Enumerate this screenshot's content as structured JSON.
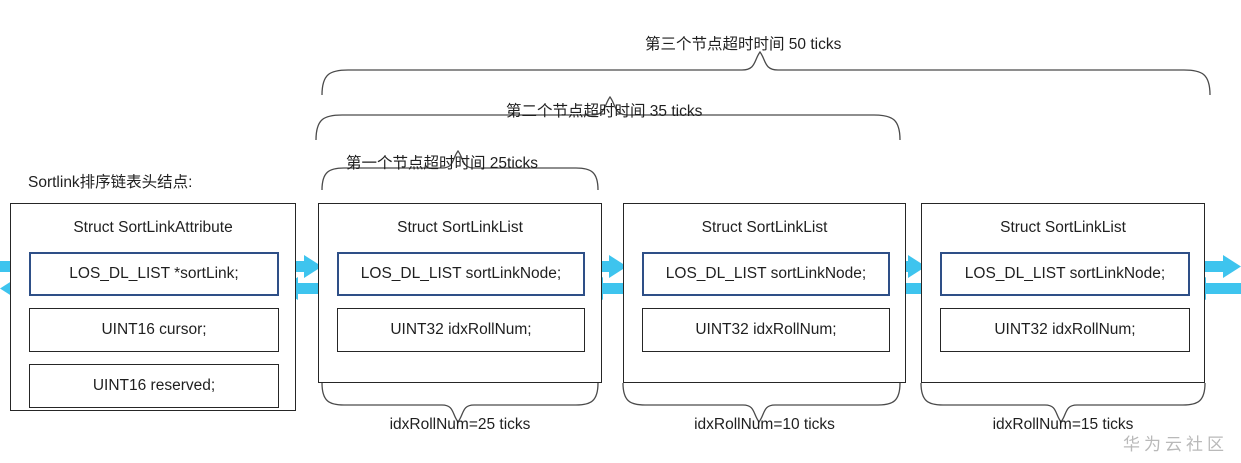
{
  "diagram": {
    "header_caption": "Sortlink排序链表头结点:",
    "watermark": "华为云社区",
    "accent_arrow_color": "#3ec4ee",
    "link_field_border_color": "#2e4f87",
    "box_border_color": "#262626",
    "nodes": [
      {
        "id": "sortlink-attribute",
        "title": "Struct SortLinkAttribute",
        "fields": [
          "LOS_DL_LIST *sortLink;",
          "UINT16 cursor;",
          "UINT16 reserved;"
        ],
        "bottom_label": ""
      },
      {
        "id": "sortlinklist-1",
        "title": "Struct SortLinkList",
        "fields": [
          "LOS_DL_LIST sortLinkNode;",
          "UINT32 idxRollNum;"
        ],
        "bottom_label": "idxRollNum=25 ticks"
      },
      {
        "id": "sortlinklist-2",
        "title": "Struct SortLinkList",
        "fields": [
          "LOS_DL_LIST sortLinkNode;",
          "UINT32 idxRollNum;"
        ],
        "bottom_label": "idxRollNum=10 ticks"
      },
      {
        "id": "sortlinklist-3",
        "title": "Struct SortLinkList",
        "fields": [
          "LOS_DL_LIST sortLinkNode;",
          "UINT32 idxRollNum;"
        ],
        "bottom_label": "idxRollNum=15 ticks"
      }
    ],
    "timeout_braces": [
      {
        "id": "brace-node-3",
        "label": "第三个节点超时时间 50 ticks"
      },
      {
        "id": "brace-node-2",
        "label": "第二个节点超时时间 35 ticks"
      },
      {
        "id": "brace-node-1",
        "label": "第一个节点超时时间 25ticks"
      }
    ]
  }
}
